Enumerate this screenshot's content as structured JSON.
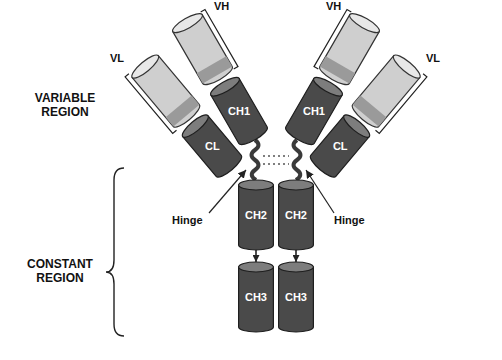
{
  "diagram": {
    "nodes": [
      {
        "text": [
          "CH1"
        ]
      },
      {
        "text": [
          "CH1"
        ]
      },
      {
        "text": [
          "CL"
        ]
      },
      {
        "text": [
          "CL"
        ]
      },
      {
        "text": [
          "CH2"
        ]
      },
      {
        "text": [
          "CH2"
        ]
      },
      {
        "text": [
          "CH3"
        ]
      },
      {
        "text": [
          "CH3"
        ]
      }
    ],
    "edges": [
      {
        "from": 4,
        "to": 6,
        "arrow": "to"
      },
      {
        "from": 5,
        "to": 7,
        "arrow": "to"
      }
    ],
    "labels": [
      "VH",
      "VH",
      "VL",
      "VL",
      "VARIABLE REGION",
      "CONSTANT REGION",
      "Hinge",
      "Hinge"
    ]
  }
}
